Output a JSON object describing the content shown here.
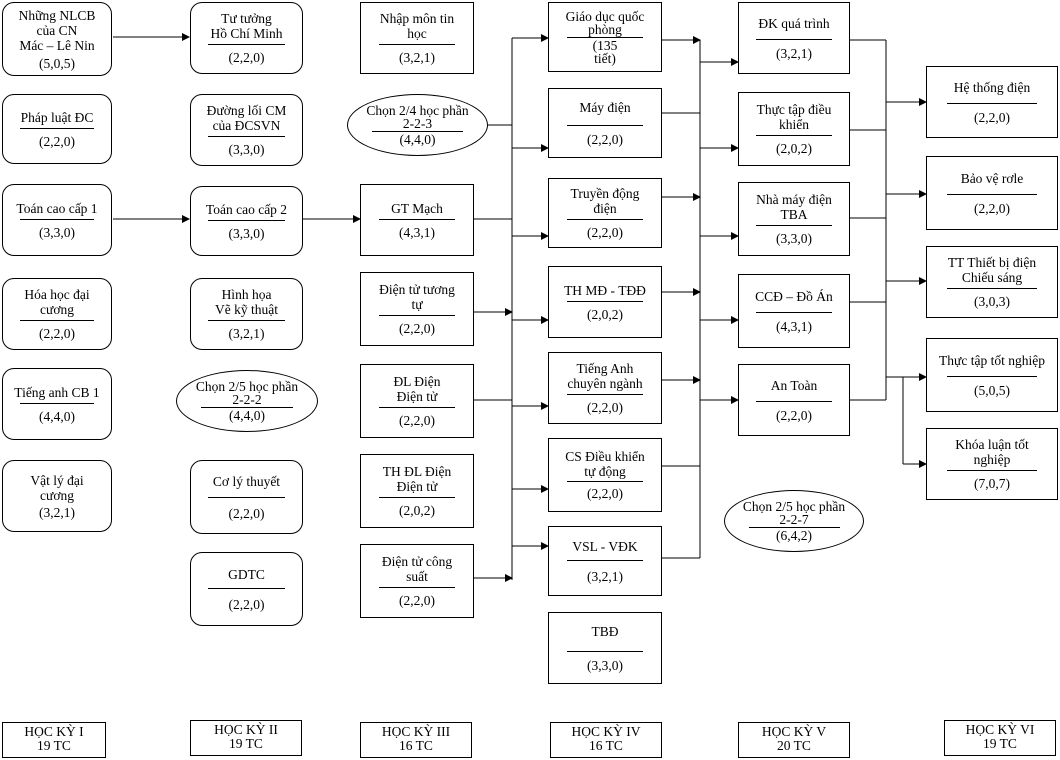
{
  "col1": [
    {
      "name": "Những NLCB\ncủa CN\nMác – Lê Nin",
      "credits": "(5,0,5)"
    },
    {
      "name": "Pháp luật ĐC",
      "credits": "(2,2,0)"
    },
    {
      "name": "Toán cao cấp 1",
      "credits": "(3,3,0)"
    },
    {
      "name": "Hóa học đại\ncương",
      "credits": "(2,2,0)"
    },
    {
      "name": "Tiếng anh CB 1",
      "credits": "(4,4,0)"
    },
    {
      "name": "Vật lý đại\ncương",
      "credits": "(3,2,1)"
    }
  ],
  "col2": [
    {
      "name": "Tư tưởng\nHồ Chí Minh",
      "credits": "(2,2,0)"
    },
    {
      "name": "Đường lối CM\ncủa ĐCSVN",
      "credits": "(3,3,0)"
    },
    {
      "name": "Toán cao cấp 2",
      "credits": "(3,3,0)"
    },
    {
      "name": "Hình họa\nVẽ kỹ thuật",
      "credits": "(3,2,1)"
    },
    {
      "name": "Chọn 2/5 học phần\n2-2-2",
      "credits": "(4,4,0)"
    },
    {
      "name": "Cơ lý thuyết",
      "credits": "(2,2,0)"
    },
    {
      "name": "GDTC",
      "credits": "(2,2,0)"
    }
  ],
  "col3": [
    {
      "name": "Nhập môn tin\nhọc",
      "credits": "(3,2,1)"
    },
    {
      "name": "Chọn 2/4 học phần\n2-2-3",
      "credits": "(4,4,0)"
    },
    {
      "name": "GT Mạch",
      "credits": "(4,3,1)"
    },
    {
      "name": "Điện tử tương\ntự",
      "credits": "(2,2,0)"
    },
    {
      "name": "ĐL Điện\nĐiện tử",
      "credits": "(2,2,0)"
    },
    {
      "name": "TH ĐL Điện\nĐiện tử",
      "credits": "(2,0,2)"
    },
    {
      "name": "Điện tử công\nsuất",
      "credits": "(2,2,0)"
    }
  ],
  "col4": [
    {
      "name": "Giáo dục quốc\nphòng",
      "credits": "(135\ntiết)"
    },
    {
      "name": "Máy điện",
      "credits": "(2,2,0)"
    },
    {
      "name": "Truyền động\nđiện",
      "credits": "(2,2,0)"
    },
    {
      "name": "TH MĐ - TĐĐ",
      "credits": "(2,0,2)"
    },
    {
      "name": "Tiếng Anh\nchuyên ngành",
      "credits": "(2,2,0)"
    },
    {
      "name": "CS Điều khiển\ntự động",
      "credits": "(2,2,0)"
    },
    {
      "name": "VSL - VĐK",
      "credits": "(3,2,1)"
    },
    {
      "name": "TBĐ",
      "credits": "(3,3,0)"
    }
  ],
  "col5": [
    {
      "name": "ĐK quá trình",
      "credits": "(3,2,1)"
    },
    {
      "name": "Thực tập điều\nkhiển",
      "credits": "(2,0,2)"
    },
    {
      "name": "Nhà máy điện\nTBA",
      "credits": "(3,3,0)"
    },
    {
      "name": "CCĐ – Đồ Án",
      "credits": "(4,3,1)"
    },
    {
      "name": "An Toàn",
      "credits": "(2,2,0)"
    },
    {
      "name": "Chọn 2/5 học phần\n2-2-7",
      "credits": "(6,4,2)"
    }
  ],
  "col6": [
    {
      "name": "Hệ thống điện",
      "credits": "(2,2,0)"
    },
    {
      "name": "Bảo vệ rơle",
      "credits": "(2,2,0)"
    },
    {
      "name": "TT Thiết bị điện\nChiếu sáng",
      "credits": "(3,0,3)"
    },
    {
      "name": "Thực tập tốt nghiệp",
      "credits": "(5,0,5)"
    },
    {
      "name": "Khóa luận tốt\nnghiệp",
      "credits": "(7,0,7)"
    }
  ],
  "semesters": [
    {
      "name": "HỌC KỲ I",
      "credits": "19 TC"
    },
    {
      "name": "HỌC KỲ II",
      "credits": "19 TC"
    },
    {
      "name": "HỌC KỲ III",
      "credits": "16 TC"
    },
    {
      "name": "HỌC KỲ IV",
      "credits": "16 TC"
    },
    {
      "name": "HỌC KỲ V",
      "credits": "20 TC"
    },
    {
      "name": "HỌC KỲ VI",
      "credits": "19 TC"
    }
  ]
}
